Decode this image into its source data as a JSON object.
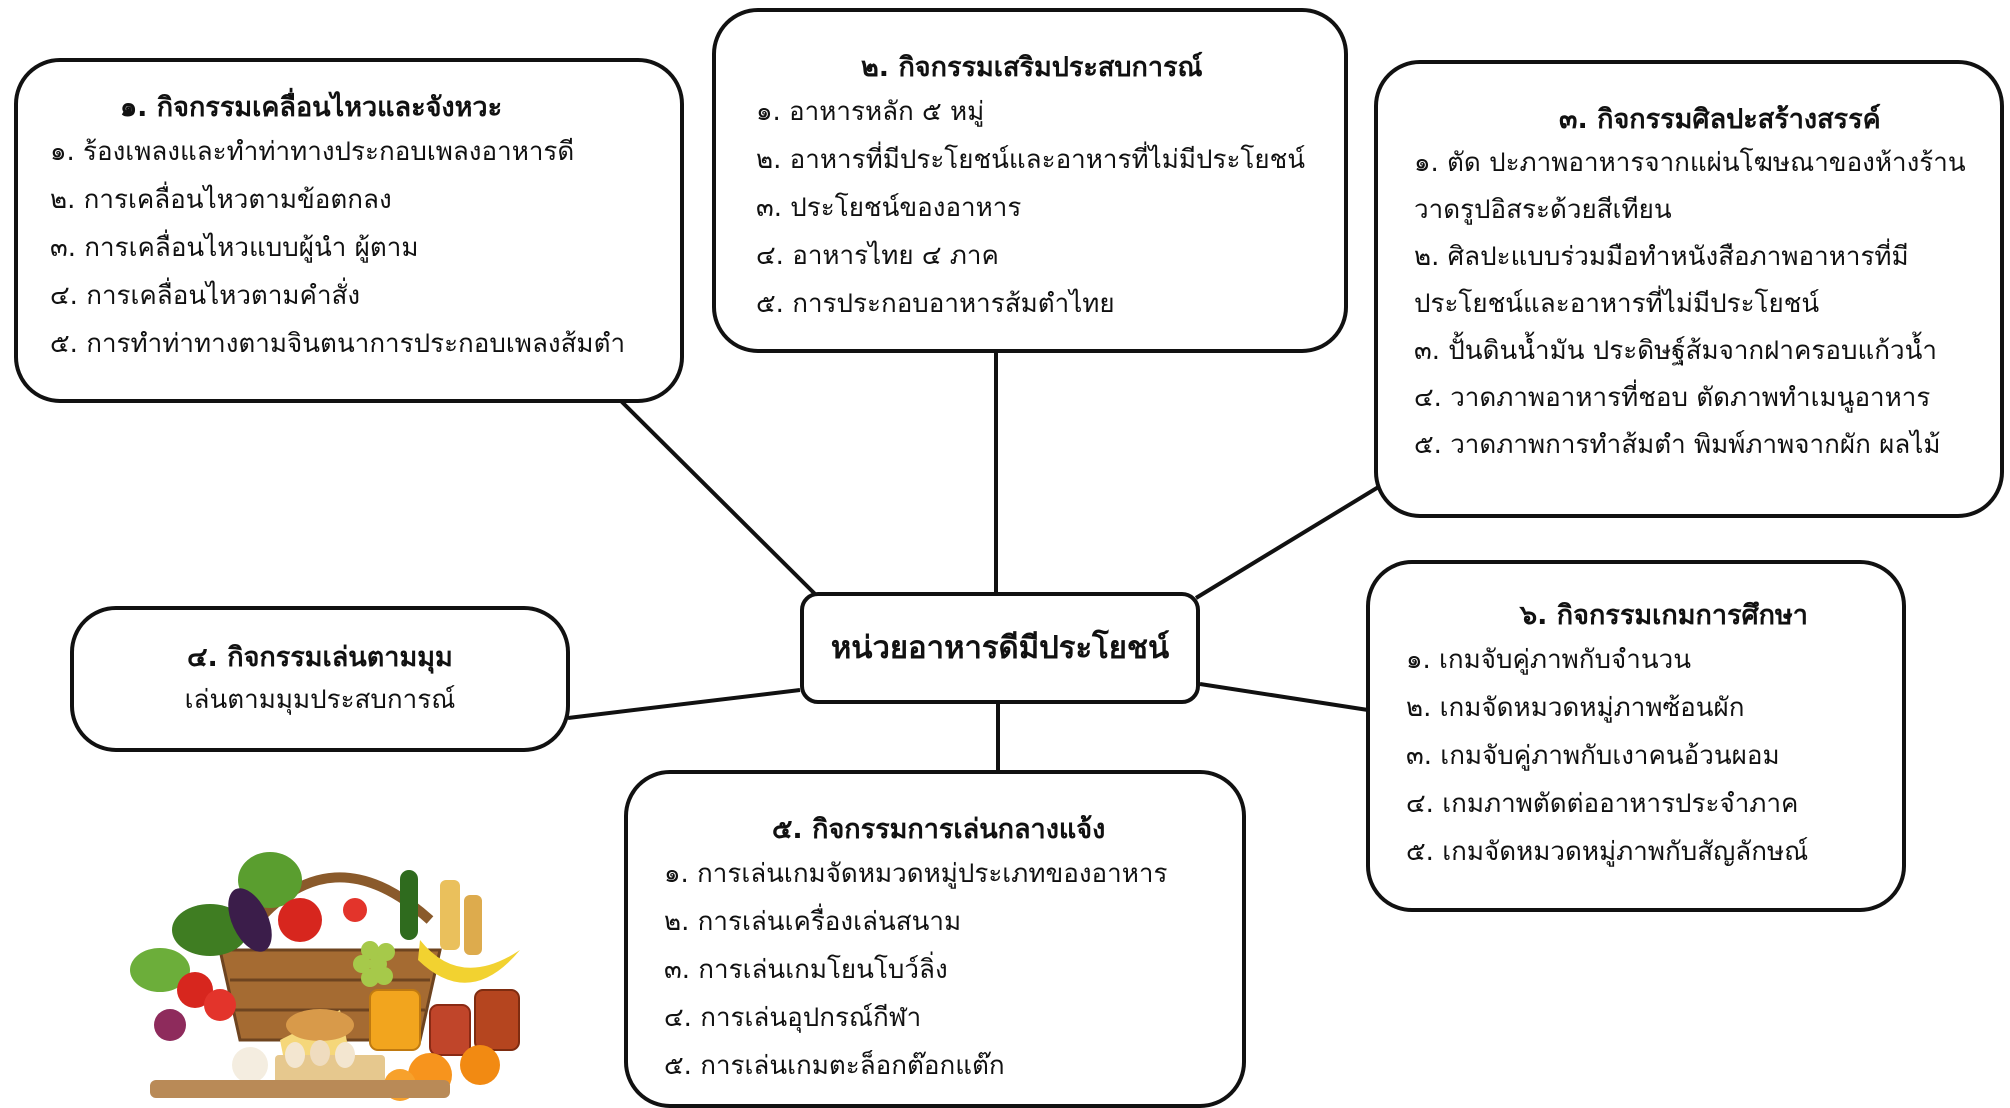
{
  "center": {
    "label": "หน่วยอาหารดีมีประโยชน์"
  },
  "activity1": {
    "title": "๑.  กิจกรรมเคลื่อนไหวและจังหวะ",
    "items": [
      "๑. ร้องเพลงและทำท่าทางประกอบเพลงอาหารดี",
      "๒. การเคลื่อนไหวตามข้อตกลง",
      "๓. การเคลื่อนไหวแบบผู้นำ ผู้ตาม",
      "๔. การเคลื่อนไหวตามคำสั่ง",
      "๕. การทำท่าทางตามจินตนาการประกอบเพลงส้มตำ"
    ]
  },
  "activity2": {
    "title": "๒. กิจกรรมเสริมประสบการณ์",
    "items": [
      "๑. อาหารหลัก ๕ หมู่",
      "๒. อาหารที่มีประโยชน์และอาหารที่ไม่มีประโยชน์",
      "๓. ประโยชน์ของอาหาร",
      "๔. อาหารไทย ๔ ภาค",
      "๕. การประกอบอาหารส้มตำไทย"
    ]
  },
  "activity3": {
    "title": "๓. กิจกรรมศิลปะสร้างสรรค์",
    "items": [
      "๑. ตัด ปะภาพอาหารจากแผ่นโฆษณาของห้างร้านวาดรูปอิสระด้วยสีเทียน",
      "๒. ศิลปะแบบร่วมมือทำหนังสือภาพอาหารที่มีประโยชน์และอาหารที่ไม่มีประโยชน์",
      "๓. ปั้นดินน้ำมัน ประดิษฐ์ส้มจากฝาครอบแก้วน้ำ",
      "๔. วาดภาพอาหารที่ชอบ ตัดภาพทำเมนูอาหาร",
      "๕. วาดภาพการทำส้มตำ พิมพ์ภาพจากผัก ผลไม้"
    ]
  },
  "activity4": {
    "title": "๔. กิจกรรมเล่นตามมุม",
    "subtitle": "เล่นตามมุมประสบการณ์"
  },
  "activity5": {
    "title": "๕. กิจกรรมการเล่นกลางแจ้ง",
    "items": [
      "๑. การเล่นเกมจัดหมวดหมู่ประเภทของอาหาร",
      "๒. การเล่นเครื่องเล่นสนาม",
      "๓. การเล่นเกมโยนโบว์ลิ่ง",
      "๔. การเล่นอุปกรณ์กีฬา",
      "๕. การเล่นเกมตะล็อกต๊อกแต๊ก"
    ]
  },
  "activity6": {
    "title": "๖. กิจกรรมเกมการศึกษา",
    "items": [
      "๑. เกมจับคู่ภาพกับจำนวน",
      "๒. เกมจัดหมวดหมู่ภาพซ้อนผัก",
      "๓. เกมจับคู่ภาพกับเงาคนอ้วนผอม",
      "๔. เกมภาพตัดต่ออาหารประจำภาค",
      "๕. เกมจัดหมวดหมู่ภาพกับสัญลักษณ์"
    ]
  },
  "image": {
    "icon": "food-basket-icon"
  }
}
